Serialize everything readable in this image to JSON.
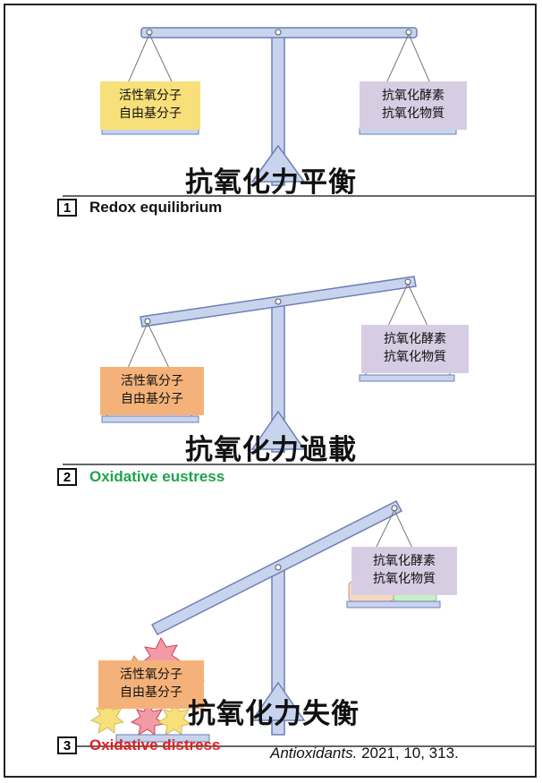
{
  "colors": {
    "beam": "#c8d4ee",
    "beam_stroke": "#6d7fb5",
    "yellow_box": "#f7e07a",
    "orange_box": "#f4b27a",
    "purple_box": "#d6cde3",
    "green_label": "#1ea34a",
    "red_label": "#e02020"
  },
  "left_box": {
    "line1": "活性氧分子",
    "line2": "自由基分子"
  },
  "right_box": {
    "line1": "抗氧化酵素",
    "line2": "抗氧化物質"
  },
  "panels": [
    {
      "number": "1",
      "label": "Redox equilibrium",
      "title": "抗氧化力平衡"
    },
    {
      "number": "2",
      "label": "Oxidative eustress",
      "title": "抗氧化力過載"
    },
    {
      "number": "3",
      "label": "Oxidative distress",
      "title": "抗氧化力失衡"
    }
  ],
  "citation": {
    "journal": "Antioxidants.",
    "rest": " 2021, 10, 313."
  }
}
